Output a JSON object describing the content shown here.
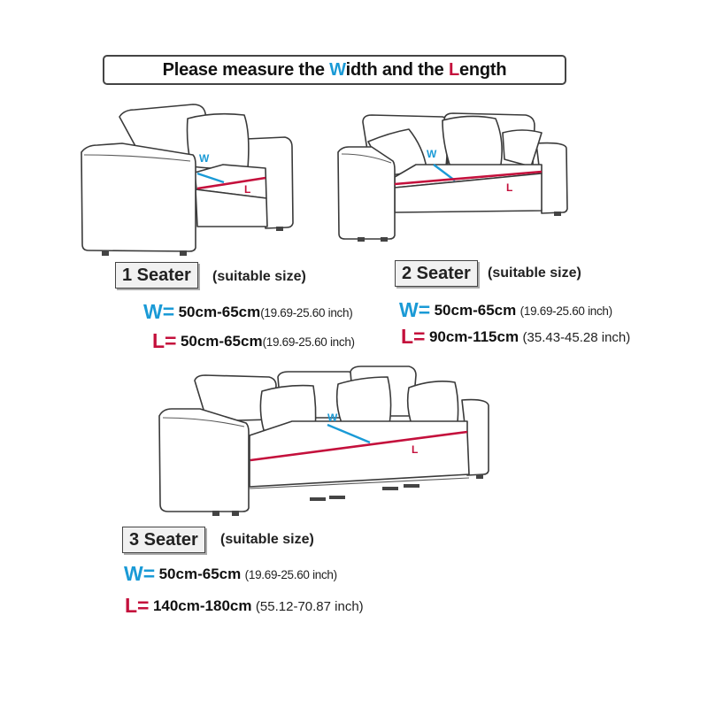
{
  "banner": {
    "part1": "Please measure the ",
    "w_letter": "W",
    "part2": "idth and the ",
    "l_letter": "L",
    "part3": "ength"
  },
  "markers": {
    "w": "W",
    "l": "L"
  },
  "colors": {
    "width_blue": "#1a9ad6",
    "length_red": "#c4103c",
    "outline": "#3a3a3a"
  },
  "seaters": [
    {
      "label": "1 Seater",
      "suitable": "(suitable size)",
      "w_prefix": "W=",
      "w_value": "50cm-65cm",
      "w_inch": "(19.69-25.60 inch)",
      "l_prefix": "L=",
      "l_value": "50cm-65cm",
      "l_inch": "(19.69-25.60 inch)"
    },
    {
      "label": "2 Seater",
      "suitable": "(suitable size)",
      "w_prefix": "W=",
      "w_value": "50cm-65cm",
      "w_inch": "(19.69-25.60 inch)",
      "l_prefix": "L=",
      "l_value": "90cm-115cm",
      "l_inch": "(35.43-45.28 inch)"
    },
    {
      "label": "3 Seater",
      "suitable": "(suitable size)",
      "w_prefix": "W=",
      "w_value": "50cm-65cm",
      "w_inch": "(19.69-25.60 inch)",
      "l_prefix": "L=",
      "l_value": "140cm-180cm",
      "l_inch": "(55.12-70.87 inch)"
    }
  ]
}
